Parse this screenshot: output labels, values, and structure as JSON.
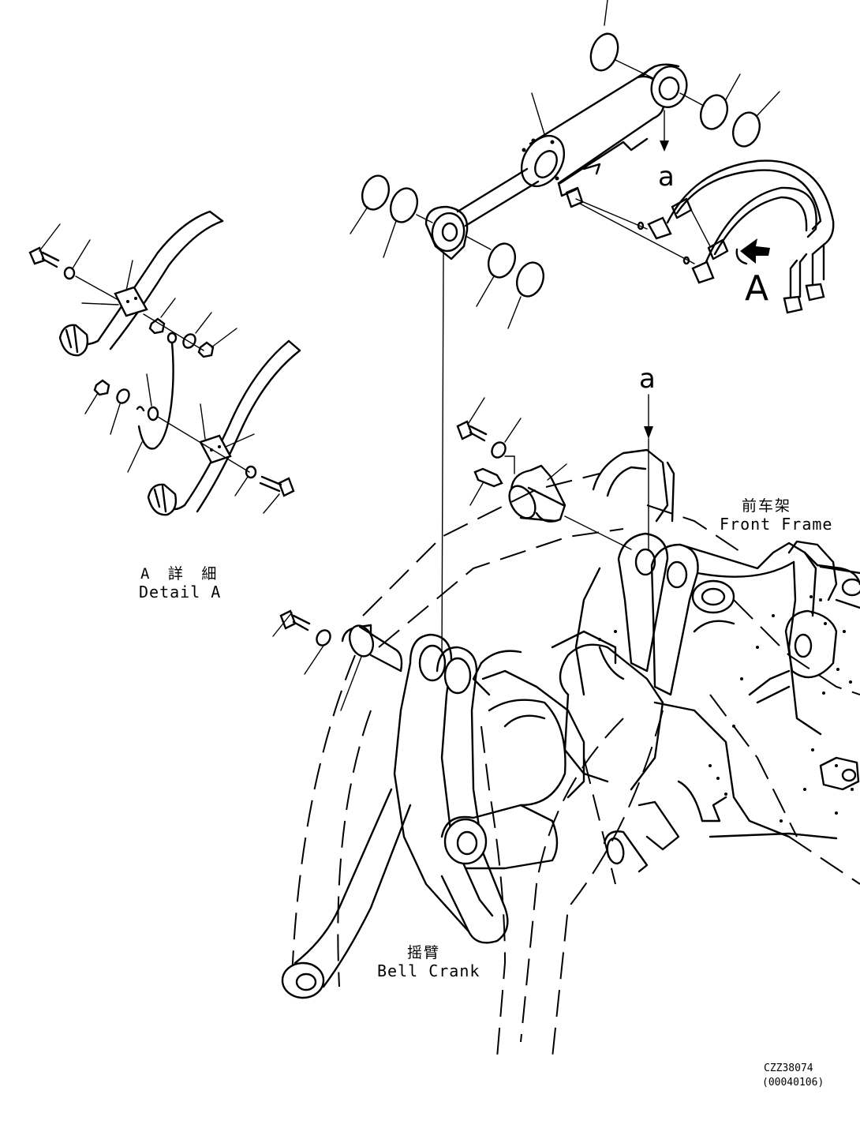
{
  "labels": {
    "detail_cn": "A 詳 細",
    "detail_en": "Detail A",
    "front_frame_cn": "前车架",
    "front_frame_en": "Front Frame",
    "bell_crank_cn": "摇臂",
    "bell_crank_en": "Bell Crank",
    "view_arrow": "A",
    "ref_a_top": "a",
    "ref_a_mid": "a"
  },
  "footer": {
    "drawing_code": "CZZ38074",
    "revision": "(00040106)"
  }
}
